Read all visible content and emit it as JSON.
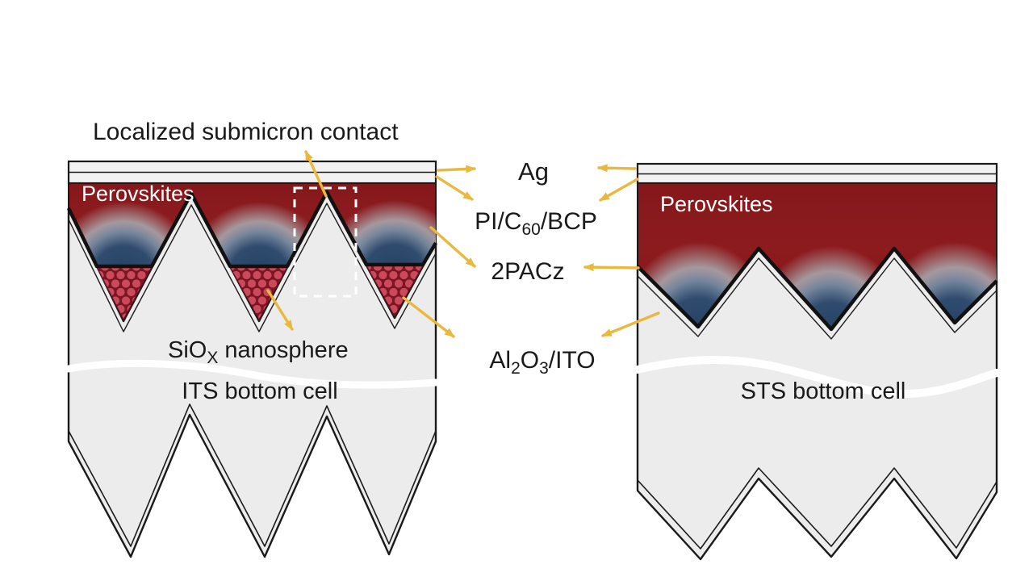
{
  "figure": {
    "left_panel": {
      "contact_label": "Localized submicron contact",
      "perovskites_label": "Perovskites",
      "nanosphere_label": {
        "p1": "SiO",
        "s1": "X",
        "p2": " nanosphere"
      },
      "title": "ITS bottom cell"
    },
    "right_panel": {
      "perovskites_label": "Perovskites",
      "title": "STS bottom cell"
    },
    "layer_labels": {
      "ag": "Ag",
      "pi_c60_bcp": {
        "p1": "PI/C",
        "s1": "60",
        "p2": "/BCP"
      },
      "two_pacz": "2PACz",
      "al2o3_ito": {
        "p1": "Al",
        "s1": "2",
        "p2": "O",
        "s2": "3",
        "p3": "/ITO"
      }
    },
    "colors": {
      "arrow": "#E9B93F",
      "perovskite_red": "#85181B",
      "perovskite_blue": "#24405F",
      "nanosphere_fill": "#C84A5B",
      "nanosphere_bg": "#7E1522",
      "cell_gray": "#ECECEC",
      "label_text": "#1A1A1A",
      "perovskites_text": "#FFFFFF"
    }
  }
}
